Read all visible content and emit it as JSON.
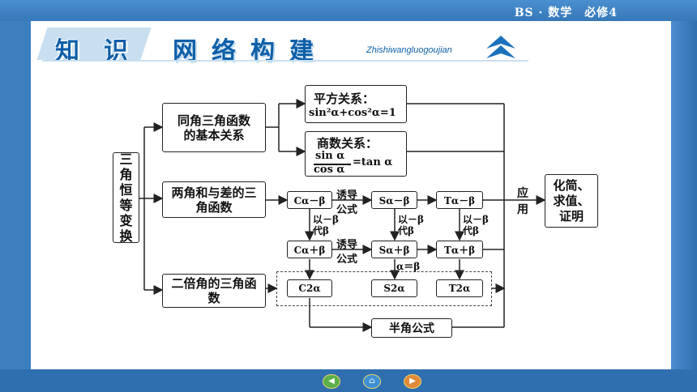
{
  "header": {
    "book": "BS · 数学　必修4",
    "title_1": "知",
    "title_2": "识",
    "title_3": "网络构建",
    "pinyin": "Zhishiwangluogoujian"
  },
  "diagram": {
    "root": "三角恒等变换",
    "basic": "同角三角函数的基本关系",
    "sumdiff": "两角和与差的三角函数",
    "double": "二倍角的三角函数",
    "pythag_title": "平方关系：",
    "pythag_formula": "sin²α+cos²α=1",
    "quot_title": "商数关系：",
    "quot_num": "sin α",
    "quot_den": "cos α",
    "quot_rhs": "=tan α",
    "c_minus": "Cα－β",
    "s_minus": "Sα－β",
    "t_minus": "Tα－β",
    "c_plus": "Cα＋β",
    "s_plus": "Sα＋β",
    "t_plus": "Tα＋β",
    "c_2": "C2α",
    "s_2": "S2α",
    "t_2": "T2α",
    "induce_1": "诱导",
    "induce_2": "公式",
    "replace_1": "以－β",
    "replace_2": "代β",
    "alpha_eq_beta": "α＝β",
    "apply_1": "应",
    "apply_2": "用",
    "application": "化简、求值、证明",
    "half_angle": "半角公式"
  },
  "nav": {
    "left": "◀",
    "home": "⌂",
    "right": "▶"
  }
}
